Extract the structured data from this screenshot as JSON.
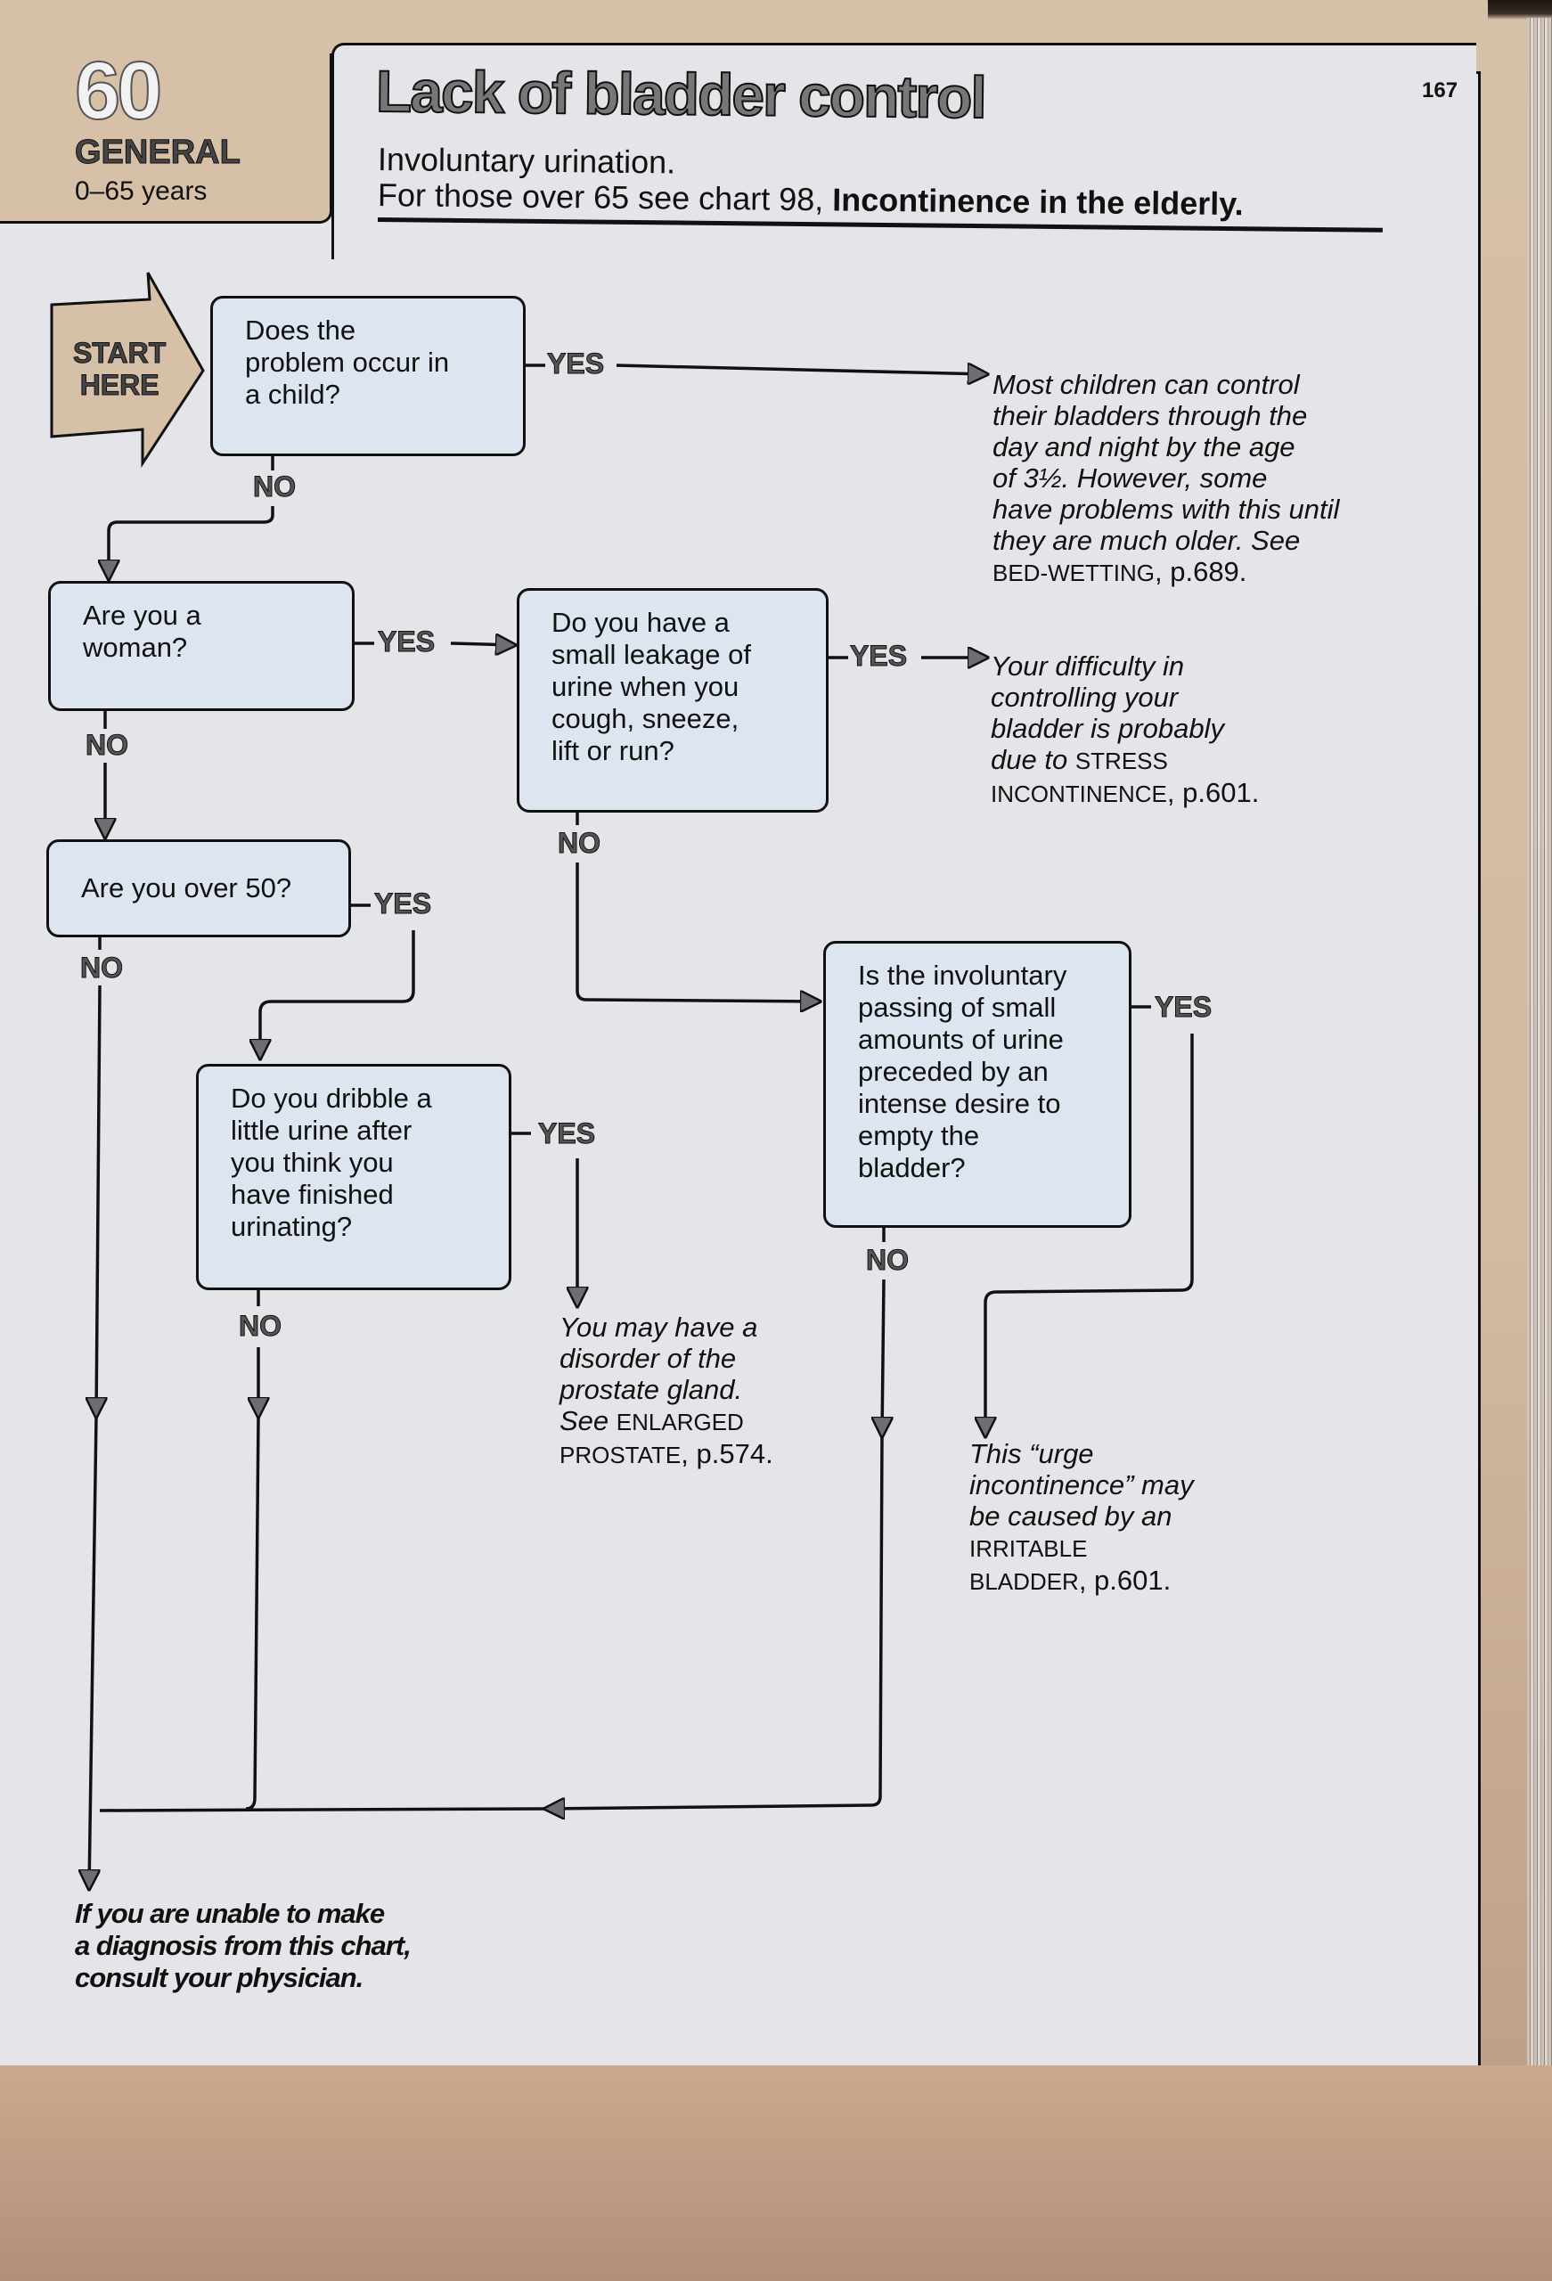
{
  "header": {
    "chart_number": "60",
    "section": "GENERAL",
    "age_range": "0–65 years",
    "title": "Lack of bladder control",
    "subtitle_line1": "Involuntary urination.",
    "subtitle_line2_prefix": "For those over 65 see chart 98, ",
    "subtitle_line2_link": "Incontinence in the elderly.",
    "page_number": "167"
  },
  "start": {
    "line1": "START",
    "line2": "HERE"
  },
  "labels": {
    "yes": "YES",
    "no": "NO"
  },
  "questions": {
    "q1": [
      "Does the",
      "problem occur in",
      "a child?"
    ],
    "q2": [
      "Are you a",
      "woman?"
    ],
    "q3": [
      "Do you have a",
      "small leakage of",
      "urine when you",
      "cough, sneeze,",
      "lift or run?"
    ],
    "q4": [
      "Are you over 50?"
    ],
    "q5": [
      "Is the involuntary",
      "passing of small",
      "amounts of urine",
      "preceded by an",
      "intense desire to",
      "empty the",
      "bladder?"
    ],
    "q6": [
      "Do you dribble a",
      "little urine after",
      "you think you",
      "have finished",
      "urinating?"
    ]
  },
  "results": {
    "r_child": {
      "lines": [
        "Most children can control",
        "their bladders through the",
        "day and night by the age",
        "of 3½. However, some",
        "have problems with this until",
        "they are much older. See"
      ],
      "ref": "BED-WETTING",
      "page": ", p.689."
    },
    "r_stress": {
      "lines": [
        "Your difficulty in",
        "controlling your",
        "bladder is probably"
      ],
      "prefix": "due to ",
      "ref1": "STRESS",
      "ref2": "INCONTINENCE",
      "page": ", p.601."
    },
    "r_prostate": {
      "lines": [
        "You may have a",
        "disorder of the",
        "prostate gland."
      ],
      "prefix": "See ",
      "ref1": "ENLARGED",
      "ref2": "PROSTATE",
      "page": ", p.574."
    },
    "r_urge": {
      "lines": [
        "This “urge",
        "incontinence” may",
        "be caused by an"
      ],
      "ref1": "IRRITABLE",
      "ref2": "BLADDER",
      "page": ", p.601."
    }
  },
  "final_note": [
    "If you are unable to make",
    "a diagnosis from this chart,",
    "consult your physician."
  ],
  "colors": {
    "tab_beige": "#d7c0a8",
    "panel_gray": "#e4e5e8",
    "box_blue": "#dde6f0",
    "arrow_gray": "#6e6e72"
  }
}
